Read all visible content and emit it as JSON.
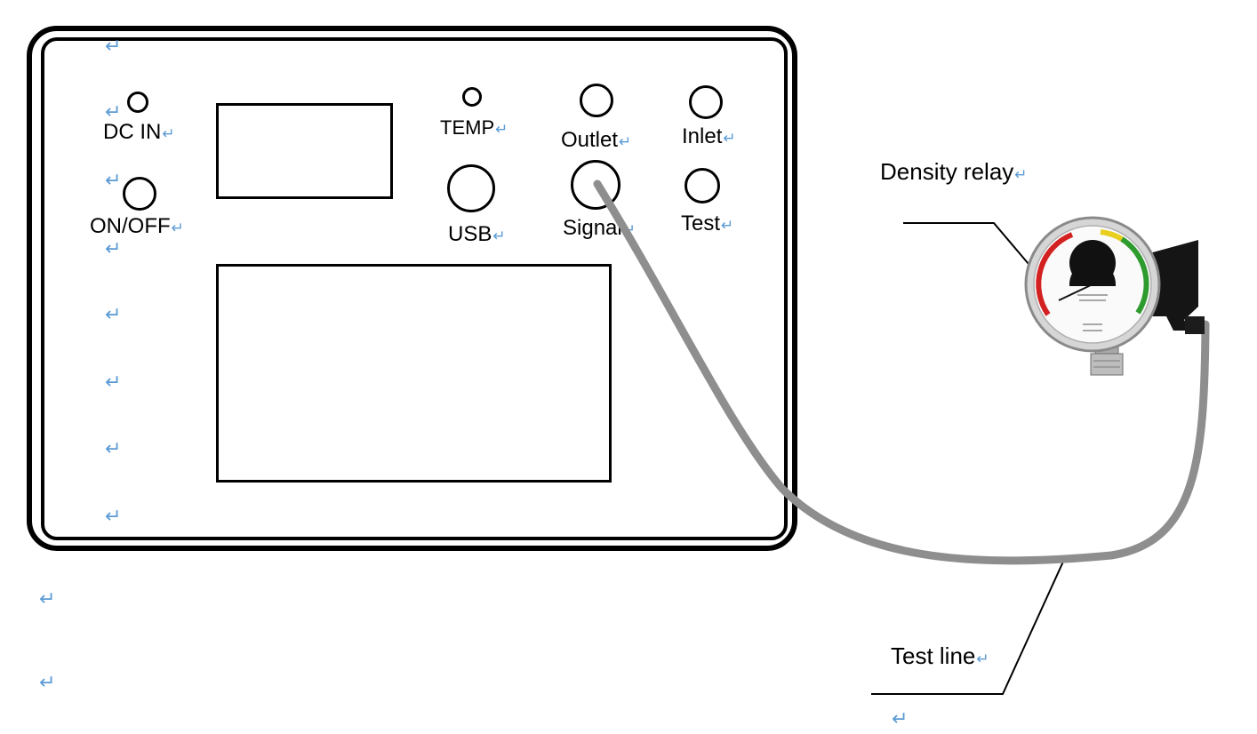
{
  "colors": {
    "outline": "#000000",
    "test_line": "#8e8e8e",
    "paragraph_mark": "#5b9bd5"
  },
  "panel": {
    "labels": {
      "dc_in": "DC IN",
      "on_off": "ON/OFF",
      "temp": "TEMP",
      "usb": "USB",
      "outlet": "Outlet",
      "signal": "Signal",
      "inlet": "Inlet",
      "test": "Test"
    }
  },
  "callouts": {
    "density_relay": "Density relay",
    "test_line": "Test line"
  },
  "paragraph_mark_glyph": "↵",
  "paragraph_mark_icon": "paragraph-return-icon"
}
